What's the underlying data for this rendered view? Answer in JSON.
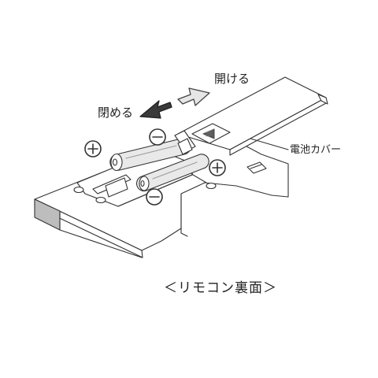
{
  "labels": {
    "open": "開ける",
    "close": "閉める",
    "battery_cover": "電池カバー",
    "caption": "＜リモコン裏面＞"
  },
  "polarity": {
    "plus": "+",
    "minus": "−"
  },
  "icons": [
    "open-arrow-icon",
    "close-arrow-icon",
    "plus-icon",
    "minus-icon",
    "triangle-mark-icon"
  ],
  "colors": {
    "line": "#333333",
    "fill": "#ffffff",
    "shade": "#bdbdbd",
    "battery": "#e9e9e9"
  }
}
